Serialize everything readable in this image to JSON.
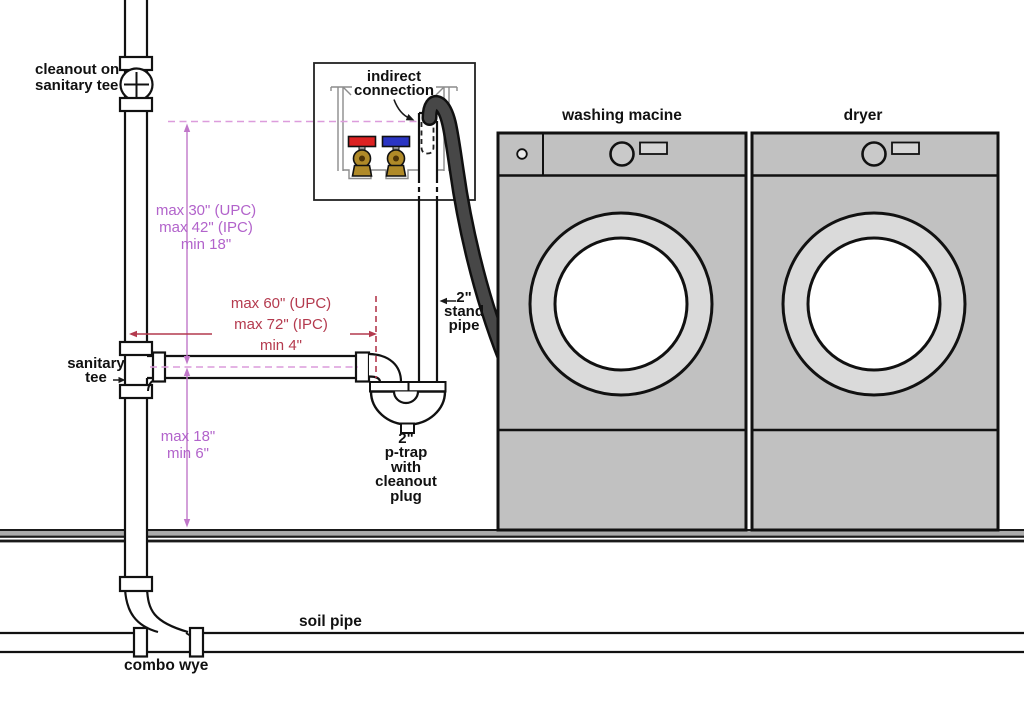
{
  "labels": {
    "cleanout": "cleanout on\nsanitary tee",
    "indirect_connection": "indirect\nconnection",
    "washing_machine": "washing macine",
    "dryer": "dryer",
    "stand_pipe": "2\"\nstand\npipe",
    "sanitary_tee": "sanitary\ntee",
    "p_trap": "2\"\np-trap\nwith\ncleanout\nplug",
    "soil_pipe": "soil pipe",
    "combo_wye": "combo wye"
  },
  "dimensions": {
    "standpipe_height": "max 30\" (UPC)\nmax 42\" (IPC)\nmin 18\"",
    "trap_arm": "max 60\" (UPC)\nmax 72\" (IPC)\nmin 4\"",
    "trap_to_floor": "max 18\"\nmin 6\""
  },
  "colors": {
    "purple_text": "#b263cb",
    "purple_line": "#c077c9",
    "pink_dash": "#dc9cdc",
    "red": "#b43a4e",
    "machine_body": "#c1c1c1",
    "machine_door_ring": "#dadada",
    "hose": "#474747",
    "brass": "#b08a28",
    "hot_red": "#dd2222",
    "cold_blue": "#2b35c4",
    "floor_gray": "#ababab"
  }
}
